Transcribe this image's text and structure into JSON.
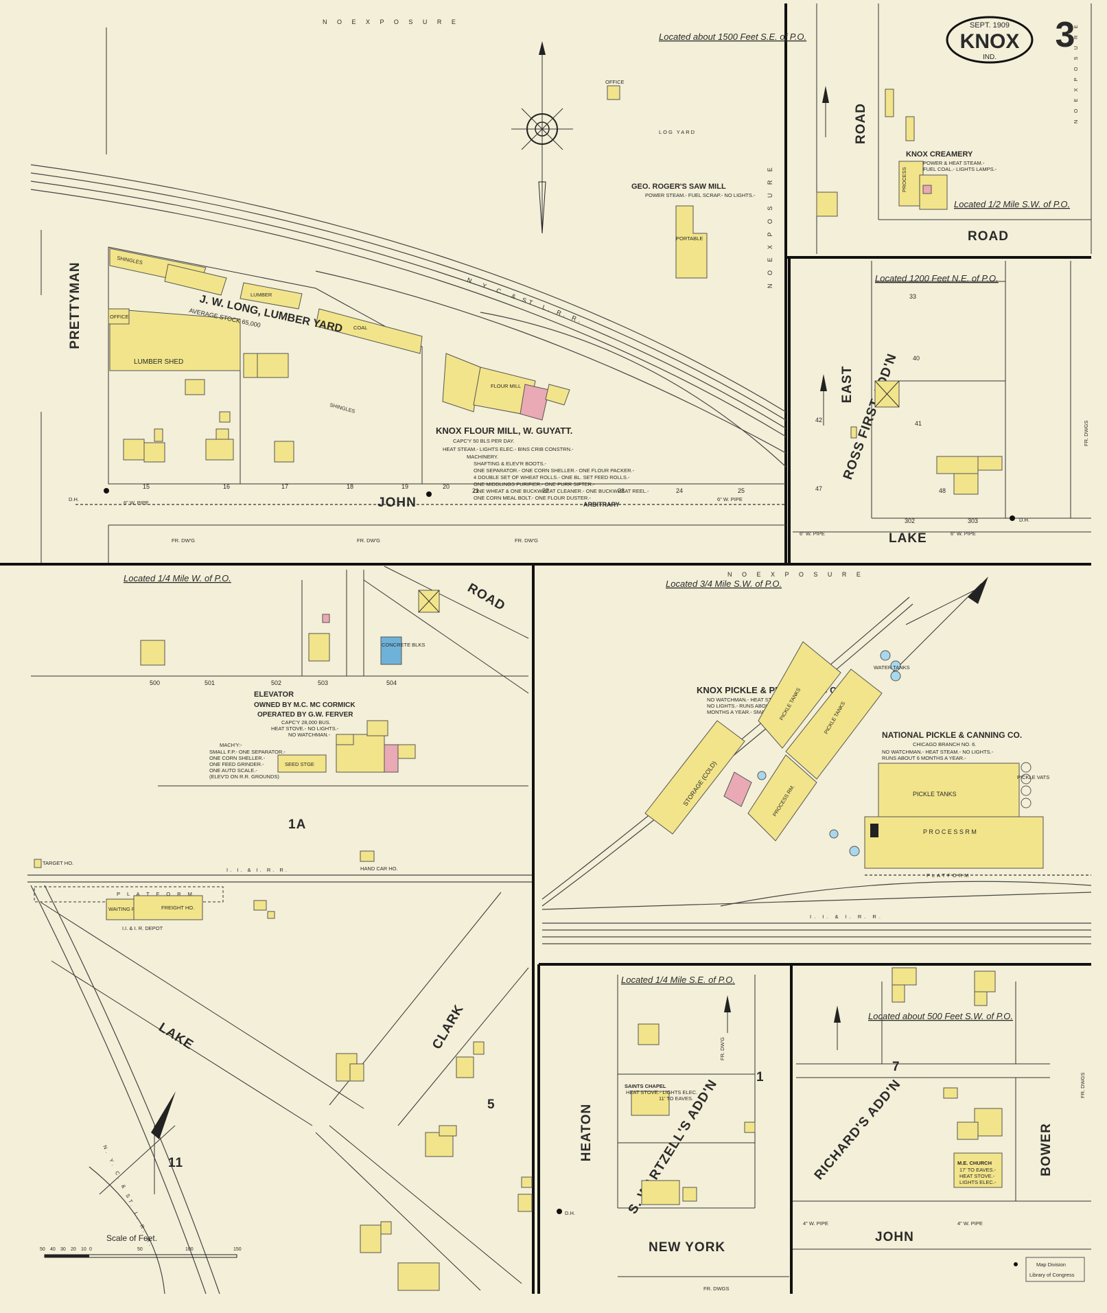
{
  "header": {
    "date": "SEPT. 1909",
    "town": "KNOX",
    "state": "IND.",
    "sheet_number": "3"
  },
  "exposure_label": "N O   E X P O S U R E",
  "streets": {
    "prettyman": "PRETTYMAN",
    "john_top": "JOHN",
    "arbitrary": "ARBITRARY",
    "road_ne1": "ROAD",
    "road_ne2": "ROAD",
    "lake_ne": "LAKE",
    "east": "EAST",
    "ross": "ROSS FIRST ADD'N",
    "road_mid": "ROAD",
    "lake_sw": "LAKE",
    "clark": "CLARK",
    "heaton": "HEATON",
    "new_york": "NEW YORK",
    "john_bottom": "JOHN",
    "bower": "BOWER",
    "wartzells": "S. WARTZELL'S ADD'N",
    "richards": "RICHARD'S ADD'N"
  },
  "locations": {
    "top_left": "Located about 1500 Feet S.E. of P.O.",
    "ne_top": "Located 1/2 Mile S.W. of P.O.",
    "ne_mid": "Located 1200 Feet N.E. of P.O.",
    "mid_left": "Located 1/4 Mile W. of P.O.",
    "mid_right": "Located 3/4 Mile S.W. of P.O.",
    "bottom_mid": "Located 1/4 Mile S.E. of P.O.",
    "bottom_right": "Located about 500 Feet S.W. of P.O."
  },
  "labels": {
    "lumber_yard": "J. W. LONG, LUMBER YARD",
    "average_stock": "AVERAGE STOCK 65,000",
    "lumber_shed": "LUMBER SHED",
    "shingles": "SHINGLES",
    "lumber": "LUMBER",
    "coal": "COAL",
    "office": "OFFICE",
    "flour_mill_title": "KNOX FLOUR MILL, W. GUYATT.",
    "flour_mill_cap": "CAPC'Y 50 BLS PER DAY.",
    "flour_mill_power": "HEAT STEAM.- LIGHTS ELEC.- BINS CRIB CONSTRN.-",
    "flour_mill_mach": "MACHINERY.",
    "flour_mill_m1": "SHAFTING & ELEV'R BOOTS.-",
    "flour_mill_m2": "ONE SEPARATOR.- ONE CORN SHELLER.- ONE FLOUR PACKER.-",
    "flour_mill_m3": "4 DOUBLE SET OF WHEAT ROLLS.- ONE BL. SET FEED ROLLS.-",
    "flour_mill_m4": "ONE MIDDLINGS PURIFIER.- ONE PURR SIFTER.-",
    "flour_mill_m5": "ONE WHEAT & ONE BUCKWHEAT CLEANER.- ONE BUCKWHEAT REEL.-",
    "flour_mill_m6": "ONE CORN MEAL BOLT.- ONE FLOUR DUSTER.-",
    "flour_mill": "FLOUR MILL",
    "saw_mill": "GEO. ROGER'S SAW MILL",
    "saw_mill_power": "POWER STEAM.- FUEL SCRAP.- NO LIGHTS.-",
    "log_yard": "LOG YARD",
    "office2": "OFFICE",
    "portable": "PORTABLE",
    "rr_top": "N. Y. C. & ST. L. R. R.",
    "creamery": "KNOX CREAMERY",
    "creamery_power": "POWER & HEAT STEAM.-",
    "creamery_fuel": "FUEL COAL.- LIGHTS LAMPS.-",
    "process": "PROCESS",
    "elevator": "ELEVATOR",
    "elevator_owner": "OWNED BY M.C. MC CORMICK",
    "elevator_op": "OPERATED BY G.W. FERVER",
    "elevator_cap": "CAPC'Y 28,000 BUS.",
    "elevator_heat": "HEAT STOVE.- NO LIGHTS.-",
    "elevator_watch": "NO WATCHMAN.-",
    "elevator_mach": "MACH'Y:-",
    "elevator_m1": "SMALL F.P.- ONE SEPARATOR.-",
    "elevator_m2": "ONE CORN SHELLER.-",
    "elevator_m3": "ONE FEED GRINDER.-",
    "elevator_m4": "ONE AUTO SCALE.-",
    "elevator_m5": "(ELEV'D ON R.R. GROUNDS)",
    "seed_stge": "SEED STGE",
    "concrete_blks": "CONCRETE BLKS",
    "block_1a": "1A",
    "rr_mid": "I. I. & I. R. R.",
    "platform": "P L A T F O R M",
    "freight": "FREIGHT HO.",
    "waiting": "WAITING RM.",
    "depot": "I.I. & I. R. DEPOT",
    "hand_car": "HAND CAR HO.",
    "target": "TARGET HO.",
    "pickle_title": "KNOX PICKLE & PRESERVING CO.",
    "pickle_l1": "NO WATCHMAN.- HEAT STEAM.-",
    "pickle_l2": "NO LIGHTS.- RUNS ABOUT 6",
    "pickle_l3": "MONTHS A YEAR.- SMALL PUMP.-",
    "pickle_tanks": "PICKLE TANKS",
    "process_rm": "PROCESS RM.",
    "storage": "STORAGE (COLD)",
    "water_tanks": "WATER TANKS",
    "national_title": "NATIONAL PICKLE & CANNING CO.",
    "national_branch": "CHICAGO BRANCH NO. 6.",
    "national_l1": "NO WATCHMAN.- HEAT STEAM.- NO LIGHTS.-",
    "national_l2": "RUNS ABOUT 6 MONTHS A YEAR.-",
    "national_tanks": "PICKLE TANKS",
    "national_process": "P R O C E S S   R M",
    "pickle_vats": "PICKLE VATS",
    "platform2": "PLATFORM",
    "rr_right": "I. I. & I. R. R.",
    "saints_chapel": "SAINTS CHAPEL",
    "saints_l1": "HEAT STOVE.- LIGHTS ELEC.",
    "saints_l2": "11' TO EAVES.",
    "me_church": "M.E. CHURCH",
    "church_l1": "17' TO EAVES.-",
    "church_l2": "HEAT STOVE.-",
    "church_l3": "LIGHTS ELEC.-",
    "block_1": "1",
    "block_5": "5",
    "block_7": "7",
    "block_11": "11",
    "rr_sw": "N. Y. C. & ST. L. R. R.",
    "fr_dwg": "FR. DW'G",
    "fr_dwgs": "FR. DWGS",
    "wpipe6": "6\" W. PIPE",
    "wpipe4": "4\" W. PIPE",
    "dh": "D.H.",
    "scale": "Scale of Feet.",
    "scale_ticks": [
      "50",
      "40",
      "30",
      "20",
      "10",
      "0",
      "50",
      "100",
      "150"
    ],
    "stamp_l1": "Map Division",
    "stamp_l2": "Library of Congress"
  },
  "lot_numbers": {
    "john_top": [
      "15",
      "16",
      "17",
      "18",
      "19",
      "20",
      "21",
      "22",
      "23",
      "24",
      "25"
    ],
    "lake_mid": [
      "500",
      "501",
      "502",
      "503",
      "504"
    ],
    "ross": [
      "33",
      "40",
      "41",
      "42",
      "47",
      "48",
      "302",
      "303"
    ]
  },
  "colors": {
    "paper": "#f3efd8",
    "frame_brick": "#e9a9b5",
    "frame_yellow": "#f2e48a",
    "concrete_blue": "#6fb2d9",
    "ink": "#222222"
  }
}
